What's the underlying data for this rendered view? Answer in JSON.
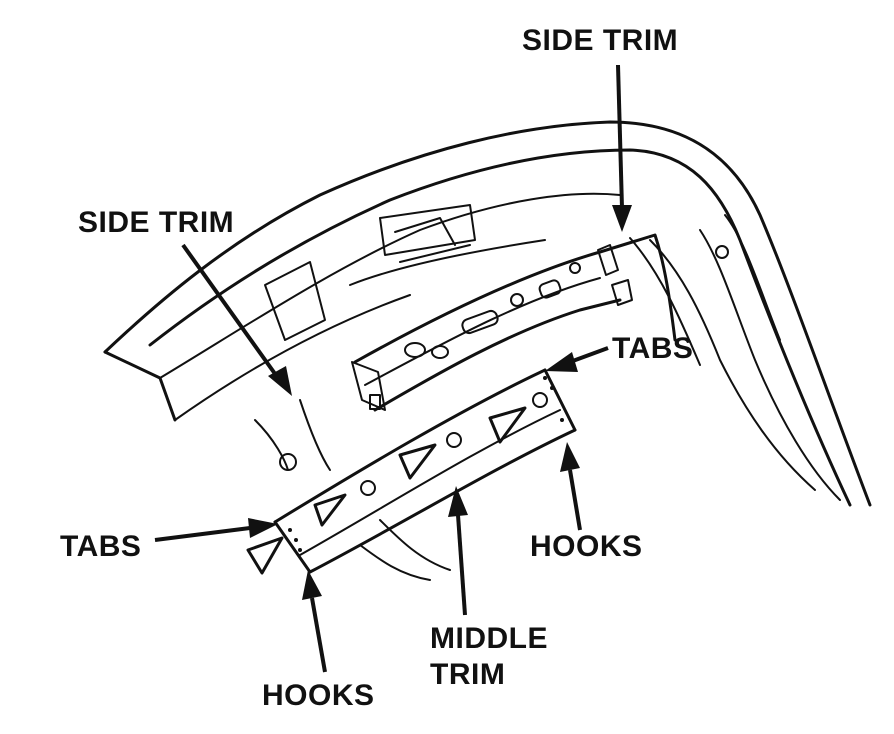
{
  "labels": {
    "side_trim_top": "SIDE TRIM",
    "side_trim_left": "SIDE TRIM",
    "tabs_right": "TABS",
    "tabs_left": "TABS",
    "hooks_right": "HOOKS",
    "hooks_bottom": "HOOKS",
    "middle_trim_line1": "MIDDLE",
    "middle_trim_line2": "TRIM"
  },
  "colors": {
    "ink": "#111111",
    "paper": "#ffffff"
  }
}
